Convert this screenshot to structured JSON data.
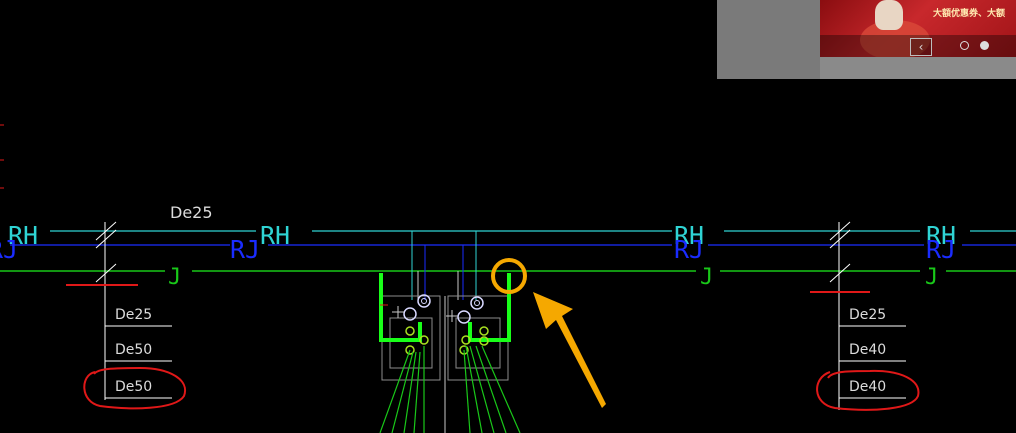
{
  "drawing": {
    "pipe_labels": {
      "rh": "RH",
      "rj": "RJ",
      "j": "J"
    },
    "top_pipe_size": "De25",
    "riser_left": {
      "sizes": [
        "De25",
        "De50",
        "De50"
      ]
    },
    "riser_right": {
      "sizes": [
        "De25",
        "De40",
        "De40"
      ]
    }
  },
  "popup": {
    "banner_text": "大額优惠券、大额",
    "prev_symbol": "‹"
  },
  "colors": {
    "background": "#000000",
    "rh_line": "#2fd4d4",
    "rj_line": "#1a2cff",
    "j_line": "#19c819",
    "fixture": "#19ff19",
    "equipment": "#c8c8c8",
    "annotation_red": "#e01818",
    "highlight_orange": "#f5a800",
    "white_line": "#ffffff"
  },
  "icons": {
    "banner_prev": "chevron-left-icon",
    "indicator_inactive": "hollow-dot-icon",
    "indicator_active": "filled-dot-icon",
    "pointer": "arrow-icon"
  }
}
